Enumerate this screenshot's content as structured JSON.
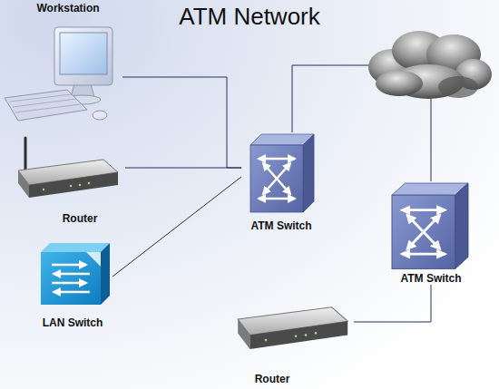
{
  "diagram": {
    "title": "ATM Network",
    "nodes": [
      {
        "text": [
          "Workstation"
        ]
      },
      {
        "text": [
          "Router"
        ]
      },
      {
        "text": [
          "LAN Switch"
        ]
      },
      {
        "text": [
          "ATM Switch"
        ]
      },
      {
        "text": [
          "ATM Switch"
        ]
      },
      {
        "text": [
          "Router"
        ]
      }
    ],
    "edges": [
      {
        "from": 0,
        "to": 3,
        "arrow": "none"
      },
      {
        "from": 1,
        "to": 3,
        "arrow": "none"
      },
      {
        "from": 2,
        "to": 3,
        "arrow": "none"
      },
      {
        "from": 4,
        "to": 5,
        "arrow": "none"
      }
    ]
  }
}
